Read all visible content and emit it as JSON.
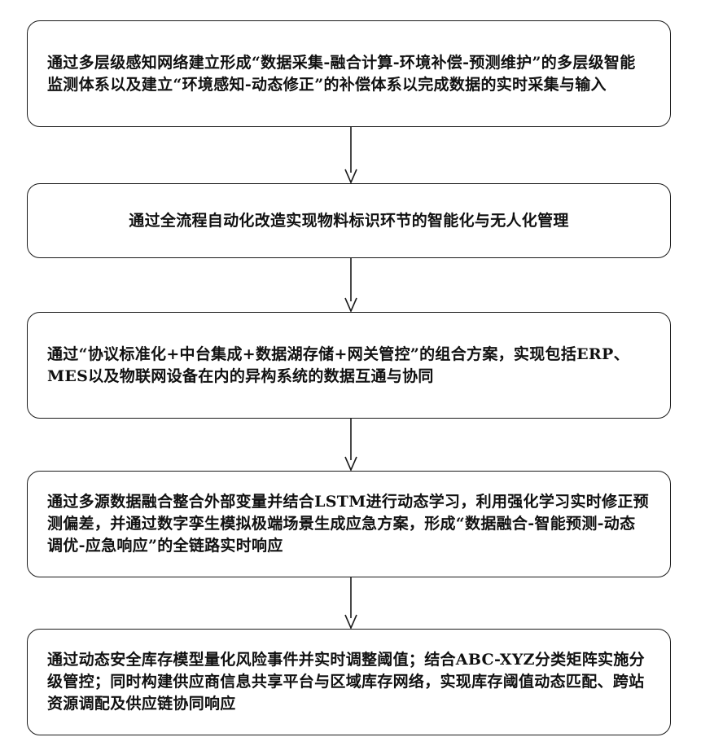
{
  "steps": [
    {
      "text": "通过多层级感知网络建立形成“数据采集-融合计算-环境补偿-预测维护”的多层级智能监测体系以及建立“环境感知-动态修正”的补偿体系以完成数据的实时采集与输入"
    },
    {
      "text": "通过全流程自动化改造实现物料标识环节的智能化与无人化管理"
    },
    {
      "text": "通过“协议标准化+中台集成+数据湖存储+网关管控”的组合方案，实现包括ERP、MES以及物联网设备在内的异构系统的数据互通与协同"
    },
    {
      "text": "通过多源数据融合整合外部变量并结合LSTM进行动态学习，利用强化学习实时修正预测偏差，并通过数字孪生模拟极端场景生成应急方案，形成“数据融合-智能预测-动态调优-应急响应”的全链路实时响应"
    },
    {
      "text": "通过动态安全库存模型量化风险事件并实时调整阈值；结合ABC-XYZ分类矩阵实施分级管控；同时构建供应商信息共享平台与区域库存网络，实现库存阈值动态匹配、跨站资源调配及供应链协同响应"
    }
  ],
  "style": {
    "stroke_color": "#1a1a1a",
    "background": "#ffffff",
    "text_color": "#111111"
  }
}
